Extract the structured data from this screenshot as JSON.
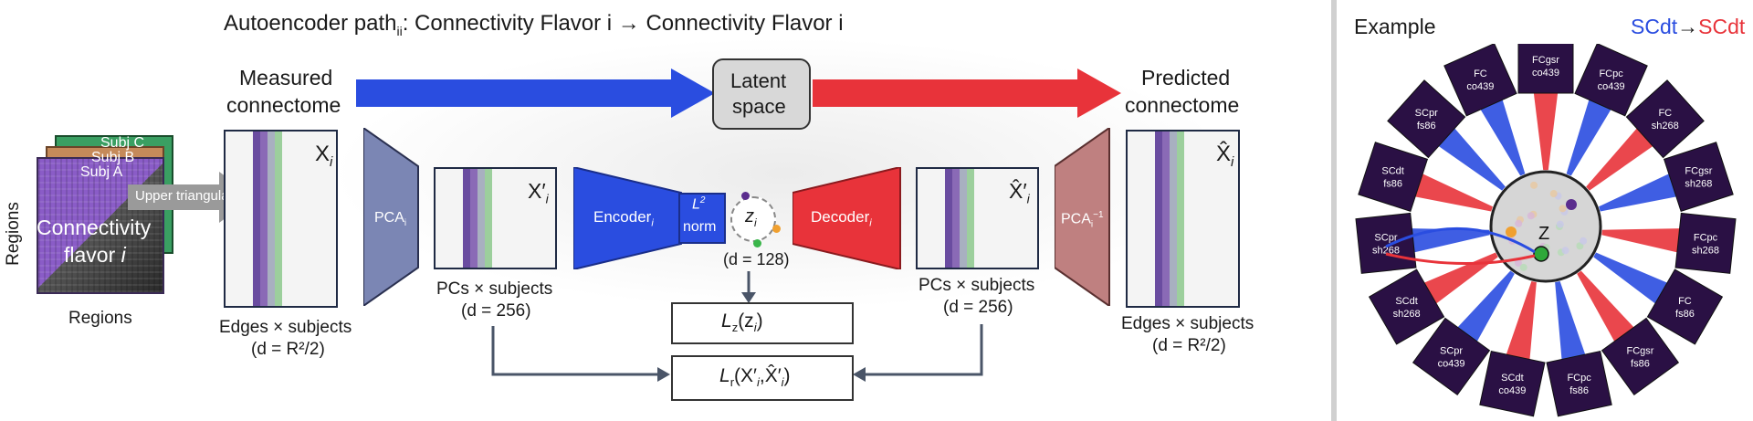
{
  "title": {
    "prefix": "Autoencoder path",
    "sub": "ii",
    "rest": ": Connectivity Flavor i → Connectivity Flavor i"
  },
  "left_matrix": {
    "subjects": [
      "Subj C",
      "Subj B",
      "Subj A"
    ],
    "flavor_line1": "Connectivity",
    "flavor_line2": "flavor",
    "flavor_italic": "i",
    "axis_y": "Regions",
    "axis_x": "Regions",
    "arrow_label": "Upper triangular"
  },
  "measured_label": [
    "Measured",
    "connectome"
  ],
  "predicted_label": [
    "Predicted",
    "connectome"
  ],
  "latent_label": [
    "Latent",
    "space"
  ],
  "x_i": {
    "base": "X",
    "sub": "i"
  },
  "xp_i": {
    "base": "X′",
    "sub": "i"
  },
  "xhatp_i": {
    "base": "X̂′",
    "sub": "i"
  },
  "xhat_i": {
    "base": "X̂",
    "sub": "i"
  },
  "pca": {
    "base": "PCA",
    "sub": "i"
  },
  "pca_inv": {
    "base": "PCA",
    "sub": "i",
    "sup": "−1"
  },
  "encoder": {
    "base": "Encoder",
    "sub": "i"
  },
  "decoder": {
    "base": "Decoder",
    "sub": "i"
  },
  "norm": {
    "sup": "L",
    "sup2": "2",
    "label": "norm"
  },
  "z": {
    "base": "z",
    "sub": "i",
    "dim": "(d = 128)"
  },
  "edges_label": [
    "Edges × subjects",
    "(d = R²/2)"
  ],
  "pcs_label": [
    "PCs × subjects",
    "(d = 256)"
  ],
  "loss_z": "L_z(z_i)",
  "loss_r": "L_r(X'_i, X̂'_i)",
  "example": {
    "title": "Example",
    "from": "SCdt",
    "arrow": "→",
    "to": "SCdt",
    "center": "Z",
    "matrices": [
      {
        "line1": "FC",
        "line2": "co439"
      },
      {
        "line1": "FCgsr",
        "line2": "co439"
      },
      {
        "line1": "FCpc",
        "line2": "co439"
      },
      {
        "line1": "FC",
        "line2": "sh268"
      },
      {
        "line1": "FCgsr",
        "line2": "sh268"
      },
      {
        "line1": "FCpc",
        "line2": "sh268"
      },
      {
        "line1": "FC",
        "line2": "fs86"
      },
      {
        "line1": "FCgsr",
        "line2": "fs86"
      },
      {
        "line1": "FCpc",
        "line2": "fs86"
      },
      {
        "line1": "SCdt",
        "line2": "co439"
      },
      {
        "line1": "SCpr",
        "line2": "co439"
      },
      {
        "line1": "SCdt",
        "line2": "sh268"
      },
      {
        "line1": "SCpr",
        "line2": "sh268"
      },
      {
        "line1": "SCdt",
        "line2": "fs86"
      },
      {
        "line1": "SCpr",
        "line2": "fs86"
      }
    ]
  },
  "colors": {
    "encoder": "#2a4de0",
    "decoder": "#e8333a",
    "pca": "#7b86b4",
    "pca_inv": "#bf8080",
    "panel_border": "#1f2a44"
  }
}
